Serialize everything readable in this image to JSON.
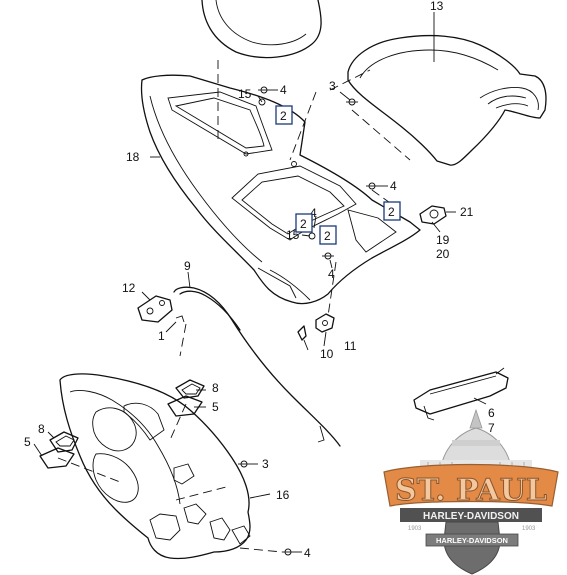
{
  "callouts": {
    "c13": "13",
    "c4a": "4",
    "c15a": "15",
    "c2a": "2",
    "c3a": "3",
    "c18": "18",
    "c4b": "4",
    "c2b": "2",
    "c21": "21",
    "c4c": "4",
    "c2c": "2",
    "c2d": "2",
    "c15b": "15",
    "c19": "19",
    "c20": "20",
    "c4d": "4",
    "c9": "9",
    "c12": "12",
    "c1": "1",
    "c11": "11",
    "c10": "10",
    "c8a": "8",
    "c5a": "5",
    "c8b": "8",
    "c5b": "5",
    "c6": "6",
    "c7": "7",
    "c3b": "3",
    "c16": "16",
    "c4e": "4"
  },
  "watermark": {
    "name": "ST. PAUL",
    "brand": "HARLEY-DAVIDSON",
    "year_left": "1903",
    "year_right": "1903",
    "emblem_brand": "HARLEY-DAVIDSON"
  },
  "colors": {
    "line": "#111111",
    "box_border": "#1a3a7a",
    "watermark_orange": "#e07a2e",
    "watermark_gray": "#6b6b6b"
  }
}
